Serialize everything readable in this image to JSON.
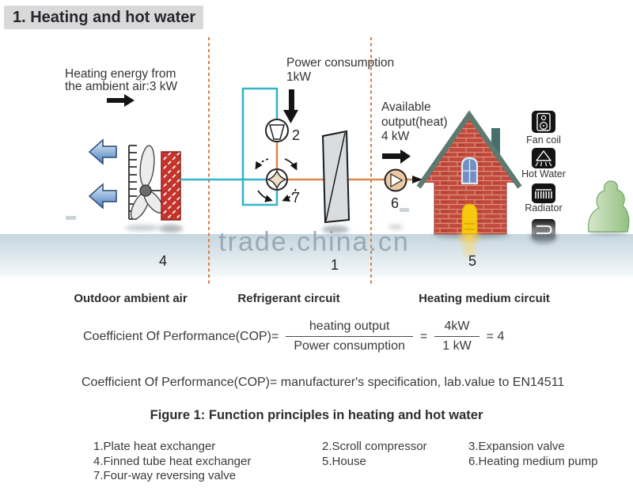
{
  "title": "1. Heating and hot water",
  "diagram": {
    "texts": {
      "heat_src_1": "Heating energy from",
      "heat_src_2": "the ambient air:3 kW",
      "power_1": "Power consumption",
      "power_2": "1kW",
      "output_1": "Available",
      "output_2": "output(heat)",
      "output_3": "4 kW"
    },
    "numbers": {
      "compressor": "2",
      "four_way_valve": "7",
      "plate_hx": "1",
      "finned_hx": "4",
      "house": "5",
      "pump": "6"
    },
    "emitter_icons": [
      {
        "label": "Fan coil"
      },
      {
        "label": "Hot Water"
      },
      {
        "label": "Radiator"
      }
    ],
    "watermark": "trade.china.cn",
    "section_labels": [
      "Outdoor ambient air",
      "Refrigerant circuit",
      "Heating medium circuit"
    ],
    "colors": {
      "refrigerant_cold": "#38b3c8",
      "refrigerant_hot": "#d9884f",
      "zone_divider": "#dd7f45",
      "exchanger_red": "#c5342c",
      "brick": "#c14a3c",
      "roof": "#5d7a70",
      "door": "#f8c810",
      "window": "#7390c4",
      "tree": "#9cc78b",
      "ground": "#c6d6df",
      "icon_bg": "#141414"
    }
  },
  "formula": {
    "lhs": "Coefficient Of Performance(COP)=",
    "numerator": "heating output",
    "denominator": "Power consumption",
    "equals": "=",
    "numerator2": "4kW",
    "denominator2": "1 kW",
    "result": "= 4",
    "line2": "Coefficient Of Performance(COP)= manufacturer's specification, lab.value to EN14511"
  },
  "caption": "Figure 1: Function principles in heating and hot water",
  "legend": {
    "col1": [
      "1.Plate heat exchanger",
      "4.Finned tube heat exchanger",
      "7.Four-way reversing valve"
    ],
    "col2": [
      "2.Scroll compressor",
      "5.House"
    ],
    "col3": [
      "3.Expansion valve",
      "6.Heating medium pump"
    ]
  }
}
